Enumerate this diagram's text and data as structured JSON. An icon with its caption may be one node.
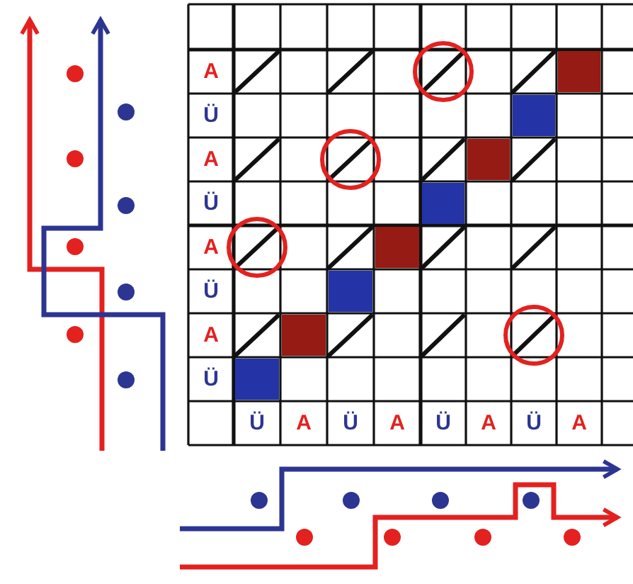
{
  "diagram": {
    "labels": [
      "A",
      "Ü",
      "A",
      "Ü",
      "A",
      "Ü",
      "A",
      "Ü",
      "Ü",
      "A",
      "Ü",
      "A",
      "Ü",
      "A",
      "Ü",
      "A"
    ]
  }
}
